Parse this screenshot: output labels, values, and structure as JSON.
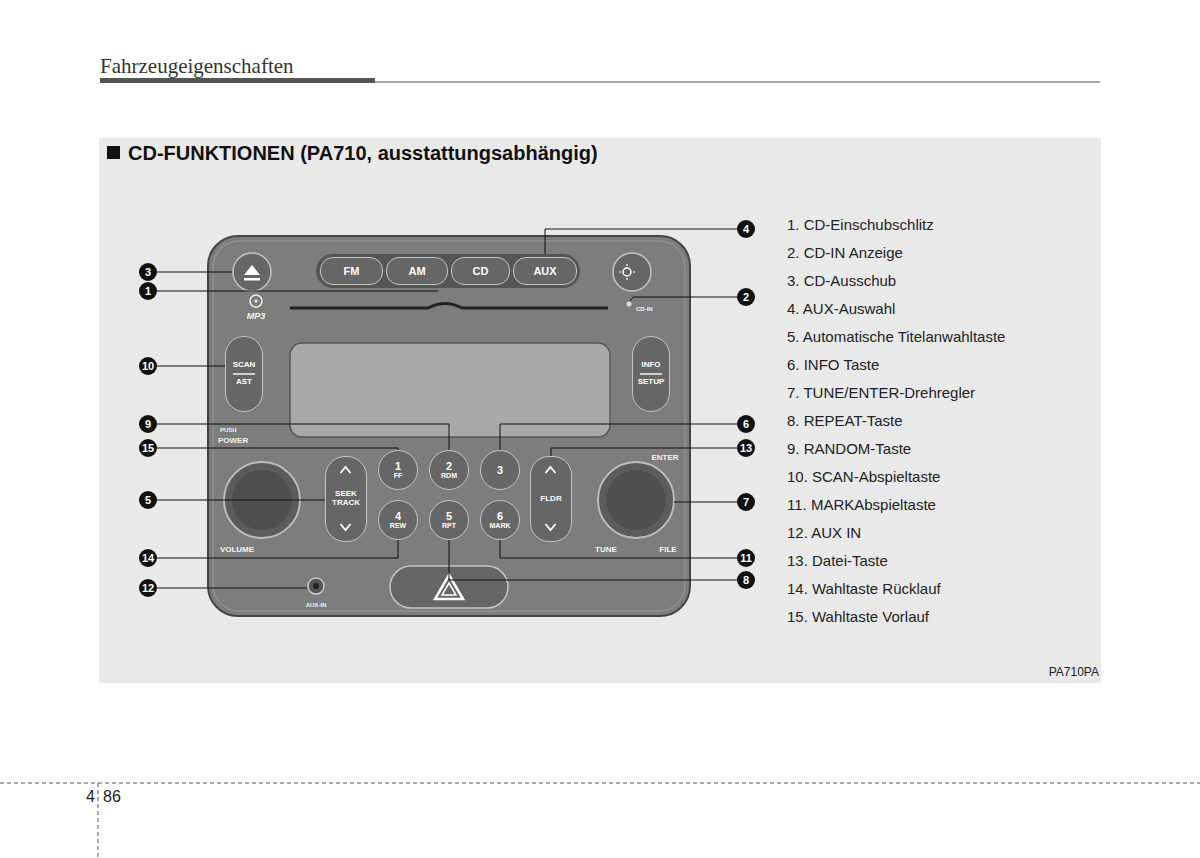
{
  "diagram": {
    "title": "CD-FUNKTIONEN (PA710, ausstattungsabhängig)",
    "nodes": [
      {
        "text": [
          "FM"
        ]
      },
      {
        "text": [
          "AM"
        ]
      },
      {
        "text": [
          "CD"
        ]
      },
      {
        "text": [
          "AUX"
        ]
      },
      {
        "text": [
          "SCAN",
          "AST"
        ]
      },
      {
        "text": [
          "INFO",
          "SETUP"
        ]
      },
      {
        "text": [
          "1",
          "FF"
        ]
      },
      {
        "text": [
          "2",
          "RDM"
        ]
      },
      {
        "text": [
          "3"
        ]
      },
      {
        "text": [
          "SEEK TRACK"
        ]
      },
      {
        "text": [
          "FLDR"
        ]
      },
      {
        "text": [
          "4",
          "REW"
        ]
      },
      {
        "text": [
          "5",
          "RPT"
        ]
      },
      {
        "text": [
          "6",
          "MARK"
        ]
      }
    ],
    "labels": [
      "Fahrzeugeigenschaften",
      "4",
      "3",
      "1",
      "2",
      "MP3",
      "CD-IN",
      "10",
      "9",
      "6",
      "PUSH",
      "POWER",
      "15",
      "13",
      "ENTER",
      "5",
      "7",
      "VOLUME",
      "TUNE",
      "FILE",
      "14",
      "11",
      "8",
      "12",
      "AUX-IN",
      "1. CD-Einschubschlitz",
      "2. CD-IN Anzeige",
      "3. CD-Ausschub",
      "4. AUX-Auswahl",
      "5. Automatische Titelanwahltaste",
      "6. INFO Taste",
      "7. TUNE/ENTER-Drehregler",
      "8. REPEAT-Taste",
      "9. RANDOM-Taste",
      "10. SCAN-Abspieltaste",
      "11. MARKAbspieltaste",
      "12. AUX IN",
      "13. Datei-Taste",
      "14. Wahltaste Rücklauf",
      "15. Wahltaste Vorlauf",
      "PA710PA",
      "4",
      "86"
    ]
  }
}
